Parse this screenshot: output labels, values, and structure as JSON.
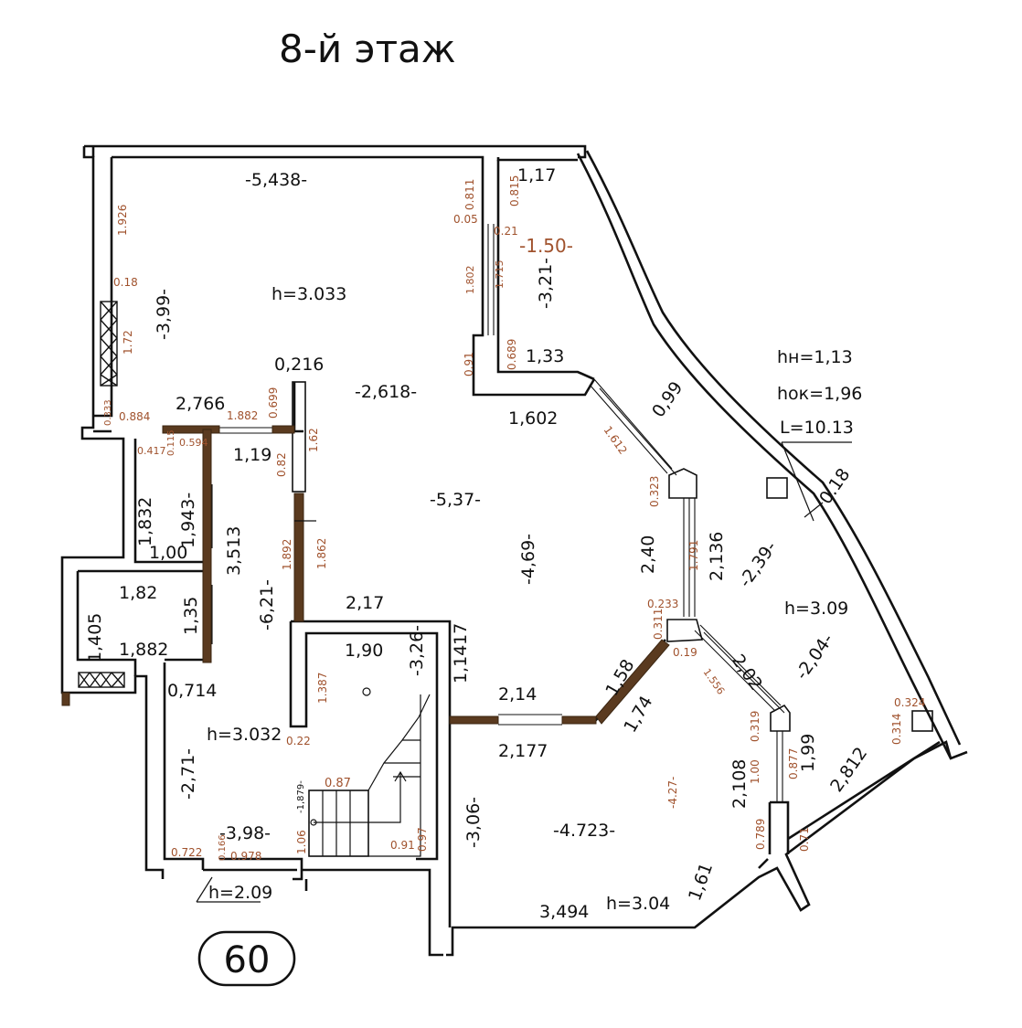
{
  "title": "8-й этаж",
  "plan_number": "60",
  "colors": {
    "wall": "#111111",
    "dim_black": "#111111",
    "dim_orange": "#a0522d",
    "brick": "#5a3a1f"
  },
  "labels": [
    {
      "t": "-5,438-",
      "c": "k",
      "s": 19
    },
    {
      "t": "h=3.033",
      "c": "k",
      "s": 19
    },
    {
      "t": "-3,99-",
      "c": "k",
      "s": 19
    },
    {
      "t": "1.926",
      "c": "o",
      "s": 12
    },
    {
      "t": "0.18",
      "c": "o",
      "s": 12
    },
    {
      "t": "1.72",
      "c": "o",
      "s": 12
    },
    {
      "t": "0.333",
      "c": "o",
      "s": 10
    },
    {
      "t": "0.884",
      "c": "o",
      "s": 12
    },
    {
      "t": "2,766",
      "c": "k",
      "s": 19
    },
    {
      "t": "1.882",
      "c": "o",
      "s": 12
    },
    {
      "t": "0.699",
      "c": "o",
      "s": 12
    },
    {
      "t": "0,216",
      "c": "k",
      "s": 19
    },
    {
      "t": "-2,618-",
      "c": "k",
      "s": 19
    },
    {
      "t": "0.417",
      "c": "o",
      "s": 11
    },
    {
      "t": "0.115",
      "c": "o",
      "s": 10
    },
    {
      "t": "0.594",
      "c": "o",
      "s": 11
    },
    {
      "t": "1,19",
      "c": "k",
      "s": 19
    },
    {
      "t": "1.62",
      "c": "o",
      "s": 12
    },
    {
      "t": "0.82",
      "c": "o",
      "s": 12
    },
    {
      "t": "1,832",
      "c": "k",
      "s": 19
    },
    {
      "t": "1,943-",
      "c": "k",
      "s": 19
    },
    {
      "t": "1,00",
      "c": "k",
      "s": 19
    },
    {
      "t": "3,513",
      "c": "k",
      "s": 19
    },
    {
      "t": "1.892",
      "c": "o",
      "s": 12
    },
    {
      "t": "1.862",
      "c": "o",
      "s": 12
    },
    {
      "t": "-5,37-",
      "c": "k",
      "s": 19
    },
    {
      "t": "1,82",
      "c": "k",
      "s": 19
    },
    {
      "t": "1,405",
      "c": "k",
      "s": 19
    },
    {
      "t": "1,35",
      "c": "k",
      "s": 19
    },
    {
      "t": "1,882",
      "c": "k",
      "s": 19
    },
    {
      "t": "-6,21-",
      "c": "k",
      "s": 19
    },
    {
      "t": "2,17",
      "c": "k",
      "s": 19
    },
    {
      "t": "0,714",
      "c": "k",
      "s": 19
    },
    {
      "t": "1,90",
      "c": "k",
      "s": 19
    },
    {
      "t": "-3,26-",
      "c": "k",
      "s": 19
    },
    {
      "t": "1.387",
      "c": "o",
      "s": 12
    },
    {
      "t": "0.22",
      "c": "o",
      "s": 12
    },
    {
      "t": "1,14",
      "c": "k",
      "s": 19
    },
    {
      "t": "17",
      "c": "k",
      "s": 19
    },
    {
      "t": "h=3.032",
      "c": "k",
      "s": 19
    },
    {
      "t": "-2,71-",
      "c": "k",
      "s": 19
    },
    {
      "t": "0.87",
      "c": "o",
      "s": 13
    },
    {
      "t": "-1,879-",
      "c": "k",
      "s": 10
    },
    {
      "t": "1.06",
      "c": "o",
      "s": 12
    },
    {
      "t": "0.91",
      "c": "o",
      "s": 12
    },
    {
      "t": "0.97",
      "c": "o",
      "s": 12
    },
    {
      "t": "-3,98-",
      "c": "k",
      "s": 19
    },
    {
      "t": "0.722",
      "c": "o",
      "s": 12
    },
    {
      "t": "0.166",
      "c": "o",
      "s": 10
    },
    {
      "t": "0.978",
      "c": "o",
      "s": 12
    },
    {
      "t": "h=2.09",
      "c": "k",
      "s": 19
    },
    {
      "t": "2,14",
      "c": "k",
      "s": 19
    },
    {
      "t": "2,177",
      "c": "k",
      "s": 19
    },
    {
      "t": "1,58",
      "c": "k",
      "s": 19
    },
    {
      "t": "1,74",
      "c": "k",
      "s": 19
    },
    {
      "t": "-3,06-",
      "c": "k",
      "s": 19
    },
    {
      "t": "-4.723-",
      "c": "k",
      "s": 19
    },
    {
      "t": "-4.27-",
      "c": "o",
      "s": 12
    },
    {
      "t": "3,494",
      "c": "k",
      "s": 19
    },
    {
      "t": "h=3.04",
      "c": "k",
      "s": 19
    },
    {
      "t": "1,61",
      "c": "k",
      "s": 19
    },
    {
      "t": "1,17",
      "c": "k",
      "s": 19
    },
    {
      "t": "0.811",
      "c": "o",
      "s": 12
    },
    {
      "t": "0.815",
      "c": "o",
      "s": 12
    },
    {
      "t": "0.05",
      "c": "o",
      "s": 12
    },
    {
      "t": "0.21",
      "c": "o",
      "s": 12
    },
    {
      "t": "-1.50-",
      "c": "o",
      "s": 20
    },
    {
      "t": "1.802",
      "c": "o",
      "s": 11
    },
    {
      "t": "1.715",
      "c": "o",
      "s": 11
    },
    {
      "t": "-3,21-",
      "c": "k",
      "s": 19
    },
    {
      "t": "0.91",
      "c": "o",
      "s": 12
    },
    {
      "t": "0.689",
      "c": "o",
      "s": 12
    },
    {
      "t": "1,33",
      "c": "k",
      "s": 19
    },
    {
      "t": "1,602",
      "c": "k",
      "s": 19
    },
    {
      "t": "0,99",
      "c": "k",
      "s": 19
    },
    {
      "t": "1.612",
      "c": "o",
      "s": 12
    },
    {
      "t": "0.323",
      "c": "o",
      "s": 12
    },
    {
      "t": "-4,69-",
      "c": "k",
      "s": 19
    },
    {
      "t": "2,40",
      "c": "k",
      "s": 19
    },
    {
      "t": "1.791",
      "c": "o",
      "s": 12
    },
    {
      "t": "2,136",
      "c": "k",
      "s": 19
    },
    {
      "t": "-2,39-",
      "c": "k",
      "s": 19
    },
    {
      "t": "0.233",
      "c": "o",
      "s": 12
    },
    {
      "t": "0.311",
      "c": "o",
      "s": 12
    },
    {
      "t": "0.19",
      "c": "o",
      "s": 12
    },
    {
      "t": "2,02",
      "c": "k",
      "s": 19
    },
    {
      "t": "1.556",
      "c": "o",
      "s": 11
    },
    {
      "t": "h=3.09",
      "c": "k",
      "s": 19
    },
    {
      "t": "-2,04-",
      "c": "k",
      "s": 19
    },
    {
      "t": "hн=1,13",
      "c": "k",
      "s": 19
    },
    {
      "t": "hок=1,96",
      "c": "k",
      "s": 19
    },
    {
      "t": "L=10.13",
      "c": "k",
      "s": 19
    },
    {
      "t": "0.18",
      "c": "k",
      "s": 19
    },
    {
      "t": "0.319",
      "c": "o",
      "s": 12
    },
    {
      "t": "1.00",
      "c": "o",
      "s": 12
    },
    {
      "t": "0.877",
      "c": "o",
      "s": 12
    },
    {
      "t": "1,99",
      "c": "k",
      "s": 19
    },
    {
      "t": "2,108",
      "c": "k",
      "s": 19
    },
    {
      "t": "0.789",
      "c": "o",
      "s": 12
    },
    {
      "t": "0.71",
      "c": "o",
      "s": 12
    },
    {
      "t": "2,812",
      "c": "k",
      "s": 19
    },
    {
      "t": "0.324",
      "c": "o",
      "s": 12
    },
    {
      "t": "0.314",
      "c": "o",
      "s": 12
    }
  ]
}
